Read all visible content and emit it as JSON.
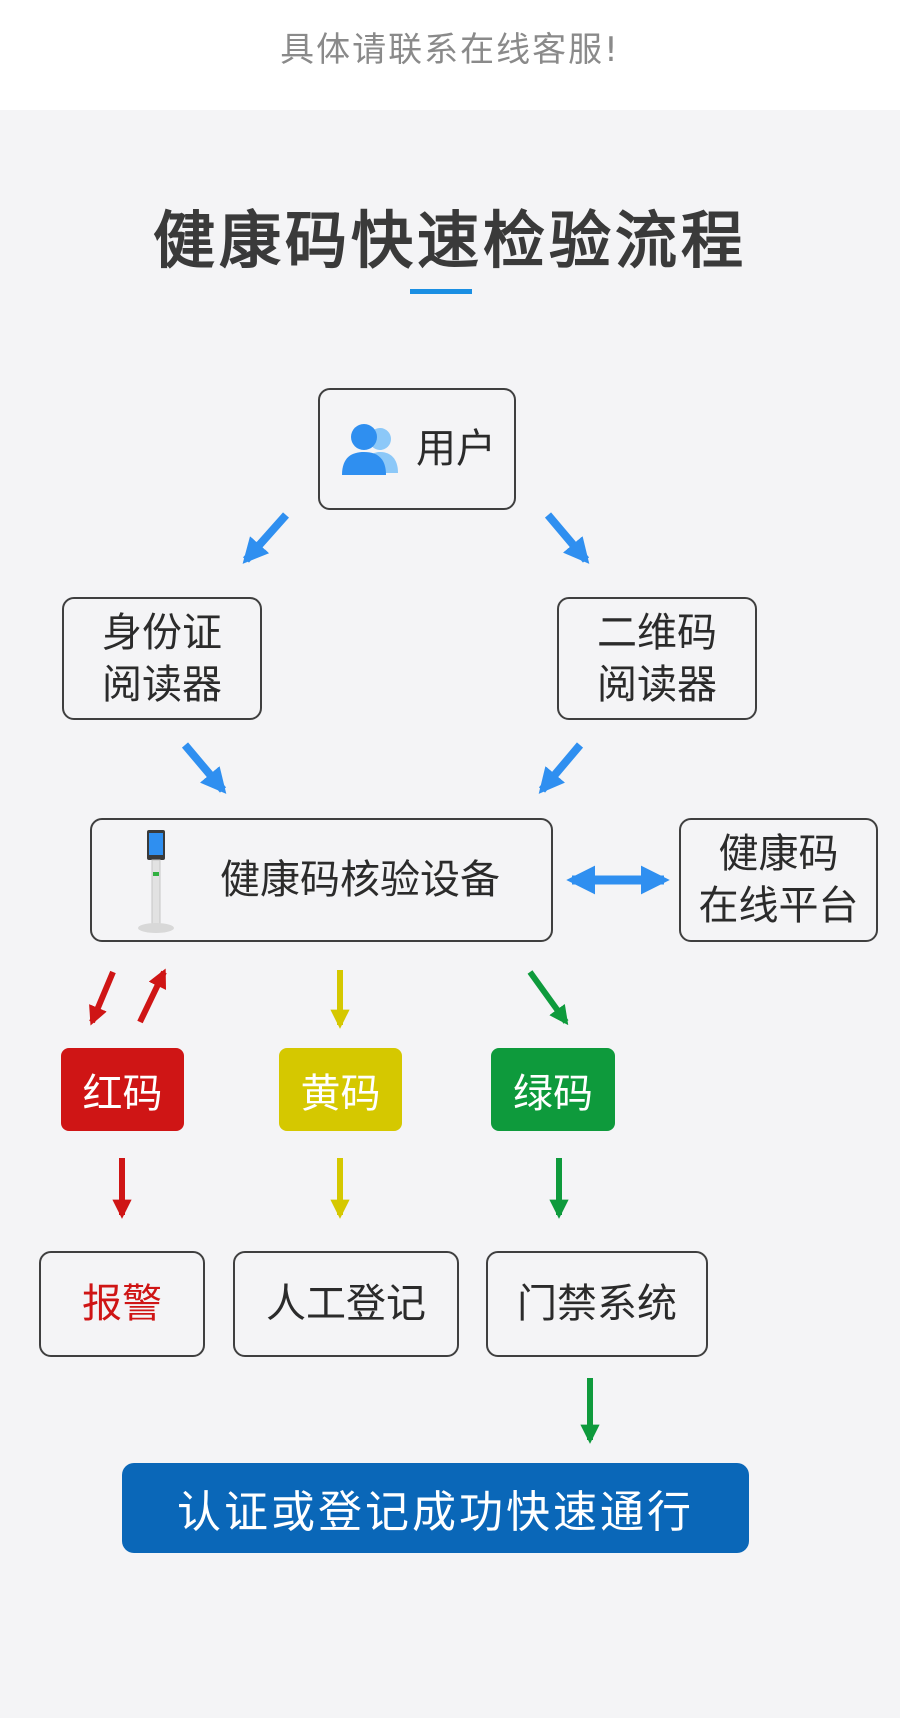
{
  "header": {
    "note": "具体请联系在线客服!"
  },
  "title": "健康码快速检验流程",
  "nodes": {
    "user": "用户",
    "id_reader": "身份证\n阅读器",
    "qr_reader": "二维码\n阅读器",
    "device": "健康码核验设备",
    "platform": "健康码\n在线平台",
    "red": "红码",
    "yellow": "黄码",
    "green": "绿码",
    "alarm": "报警",
    "manual": "人工登记",
    "access": "门禁系统",
    "final": "认证或登记成功快速通行"
  },
  "colors": {
    "blue_arrow": "#2f8ff0",
    "red": "#cf1515",
    "yellow": "#d5c800",
    "green": "#0e9a3c",
    "final": "#0a67b8",
    "accent": "#1a8fe3"
  }
}
